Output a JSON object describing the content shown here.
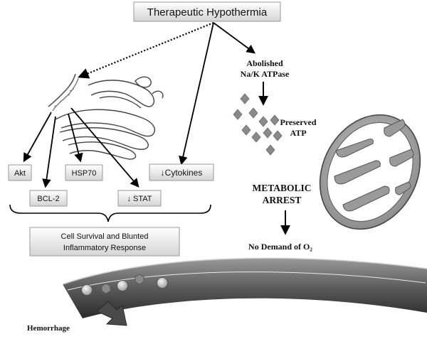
{
  "title": "Therapeutic Hypothermia",
  "boxes": {
    "akt": "Akt",
    "bcl2": "BCL-2",
    "hsp70": "HSP70",
    "stat": "↓ STAT",
    "cytokines": "↓Cytokines",
    "outcome_line1": "Cell Survival and Blunted",
    "outcome_line2": "Inflammatory Response"
  },
  "labels": {
    "atpase_line1": "Abolished",
    "atpase_line2": "Na/K ATPase",
    "preserved_line1": "Preserved",
    "preserved_line2": "ATP",
    "metabolic_line1": "METABOLIC",
    "metabolic_line2": "ARREST",
    "no_demand": "No Demand of O₂",
    "hemorrhage": "Hemorrhage"
  }
}
